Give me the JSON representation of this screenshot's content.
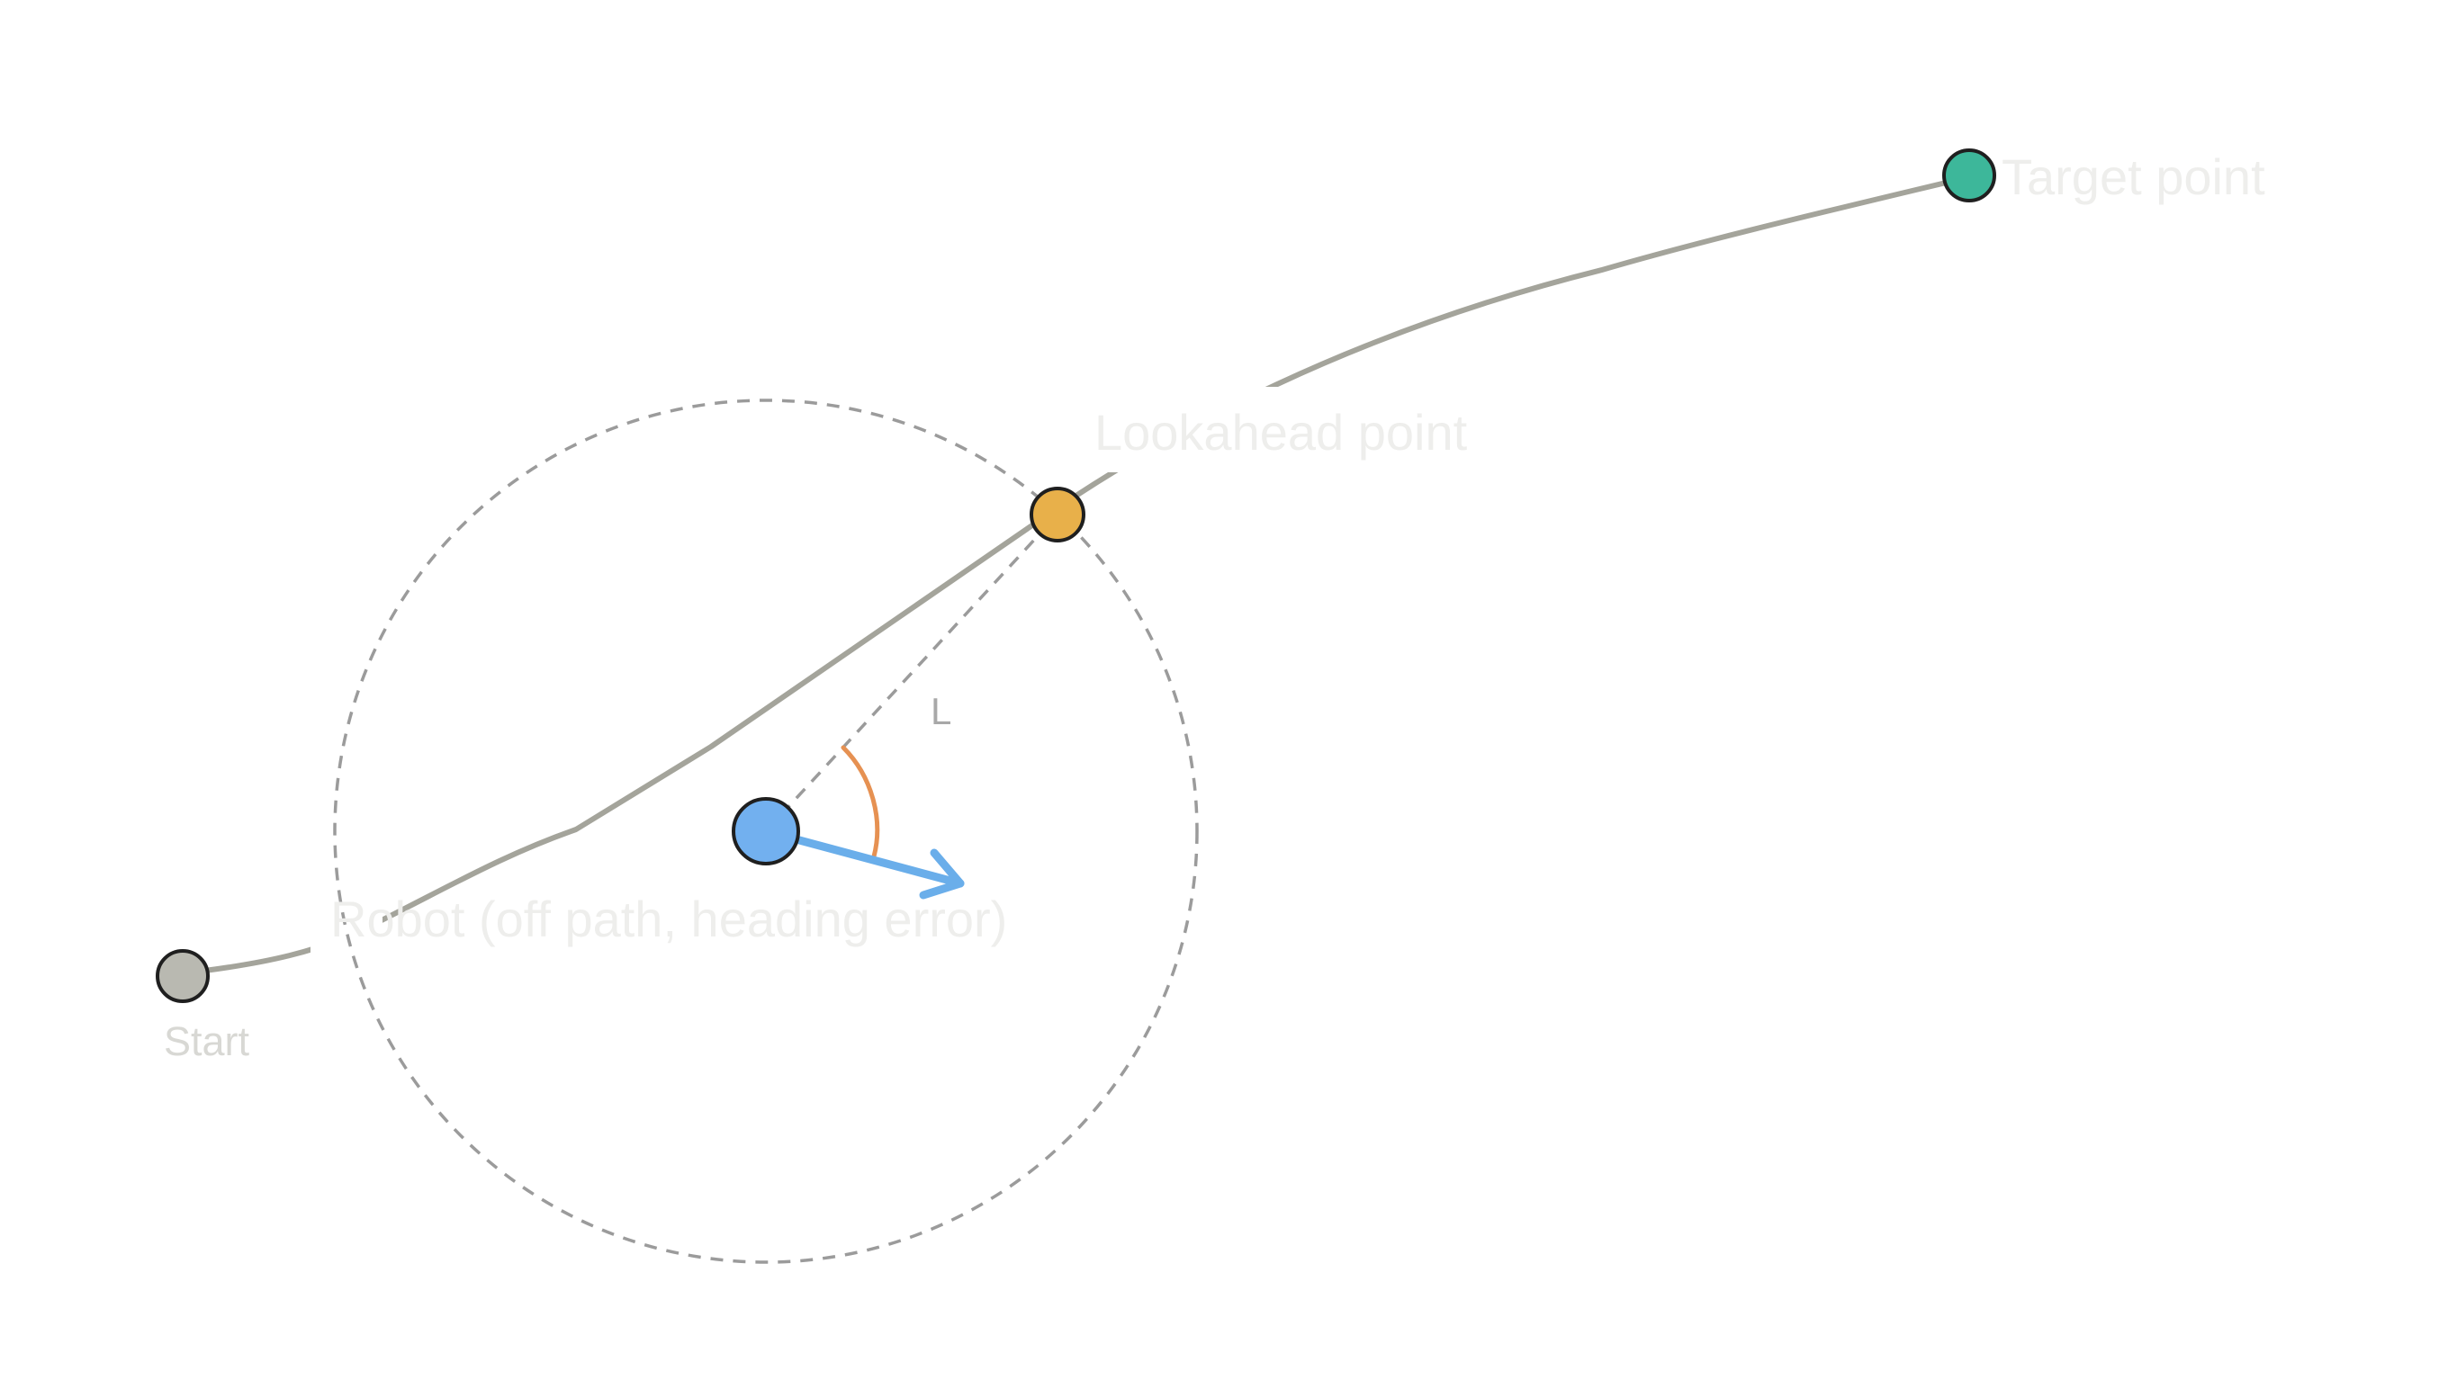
{
  "labels": {
    "start": "Start",
    "robot": "Robot (off path, heading error)",
    "lookahead": "Lookahead point",
    "target": "Target point",
    "lookahead_distance": "L"
  },
  "colors": {
    "background": "#ffffff",
    "path": "#a4a49b",
    "lookahead_circle": "#9b9b9b",
    "start_fill": "#b9b9b1",
    "robot_fill": "#72b0ef",
    "heading_arrow": "#6aaeea",
    "lookahead_fill": "#e8b04a",
    "target_fill": "#3db79a",
    "angle_arc": "#e69152",
    "node_stroke": "#1f1f1f",
    "label_text": "#eeeeec",
    "start_label_text": "#d8d8d4",
    "l_label_text": "#a8a8a8"
  }
}
